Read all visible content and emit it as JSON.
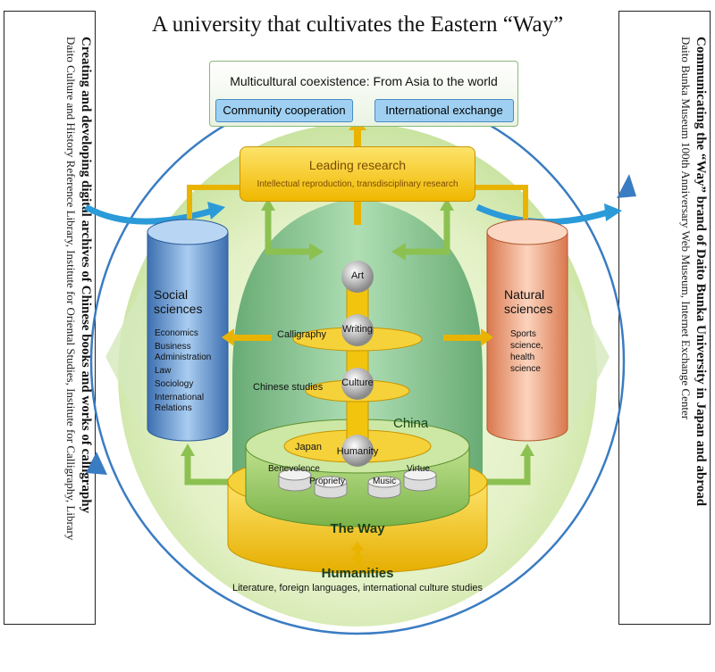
{
  "title": "A university that cultivates the Eastern “Way”",
  "left_panel": {
    "heading": "Creating and developing digital archives of Chinese books and works of calligraphy",
    "subtext": "Daito Culture and History Reference Library, Institute for Oriental Studies, Institute for Calligraphy, Library"
  },
  "right_panel": {
    "heading": "Communicating the “Way” brand of Daito Bunka University in Japan and abroad",
    "subtext": "Daito Bunka Museum 100th Anniversary Web Museum, Internet Exchange Center"
  },
  "top_box": {
    "title": "Multicultural coexistence: From Asia to the world",
    "left_button": "Community cooperation",
    "right_button": "International exchange"
  },
  "leading_research": {
    "title": "Leading research",
    "subtitle": "Intellectual reproduction, transdisciplinary research"
  },
  "social_sciences": {
    "title": "Social sciences",
    "items": [
      "Economics",
      "Business Administration",
      "Law",
      "Sociology",
      "International Relations"
    ]
  },
  "natural_sciences": {
    "title": "Natural sciences",
    "items": [
      "Sports science, health science"
    ]
  },
  "center": {
    "balls": [
      "Art",
      "Writing",
      "Culture",
      "Humanity"
    ],
    "calligraphy": "Calligraphy",
    "chinese_studies": "Chinese studies",
    "china": "China",
    "japan": "Japan",
    "virtues": [
      "Benevolence",
      "Propriety",
      "Music",
      "Virtue"
    ],
    "the_way": "The Way",
    "humanities": "Humanities",
    "humanities_sub": "Literature, foreign languages, international culture studies"
  },
  "colors": {
    "outline_blue": "#3a7cc2",
    "gold": "#f2c40e",
    "green": "#8cc152",
    "light_blue_button": "#9fd0f2",
    "social_cylinder": "#6f9fd6",
    "natural_cylinder": "#f0a07a"
  }
}
